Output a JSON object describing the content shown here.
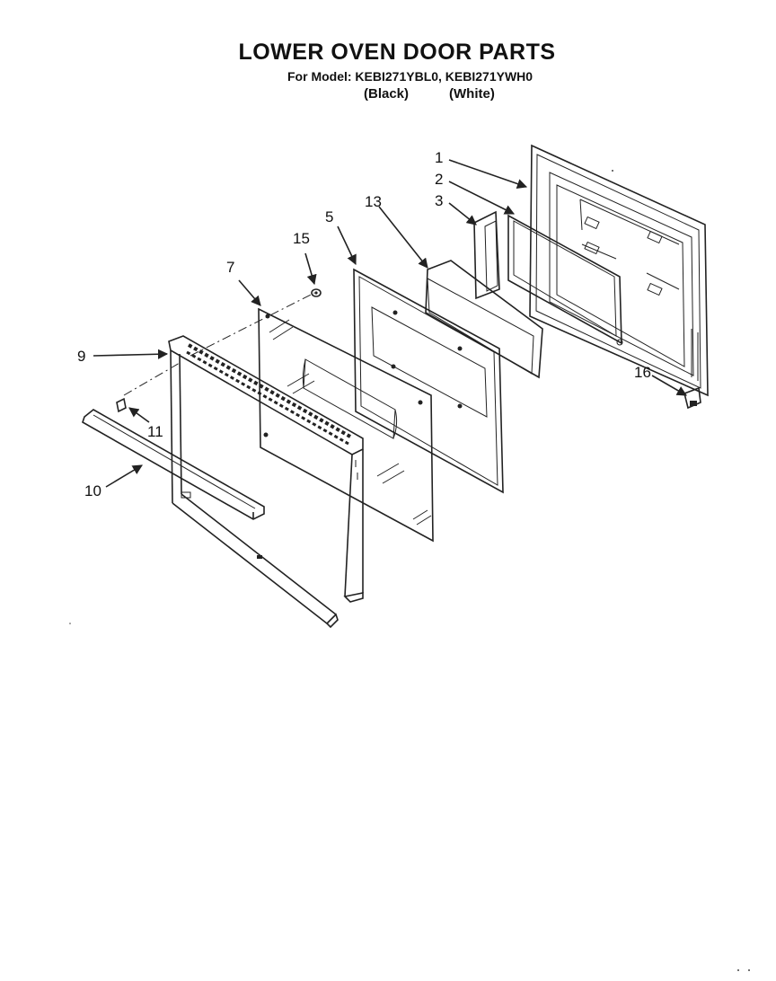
{
  "title": "LOWER OVEN DOOR PARTS",
  "model_line": "For Model: KEBI271YBL0, KEBI271YWH0",
  "finishes": [
    "(Black)",
    "(White)"
  ],
  "callouts": [
    "1",
    "2",
    "3",
    "5",
    "13",
    "15",
    "7",
    "9",
    "11",
    "10",
    "16"
  ]
}
